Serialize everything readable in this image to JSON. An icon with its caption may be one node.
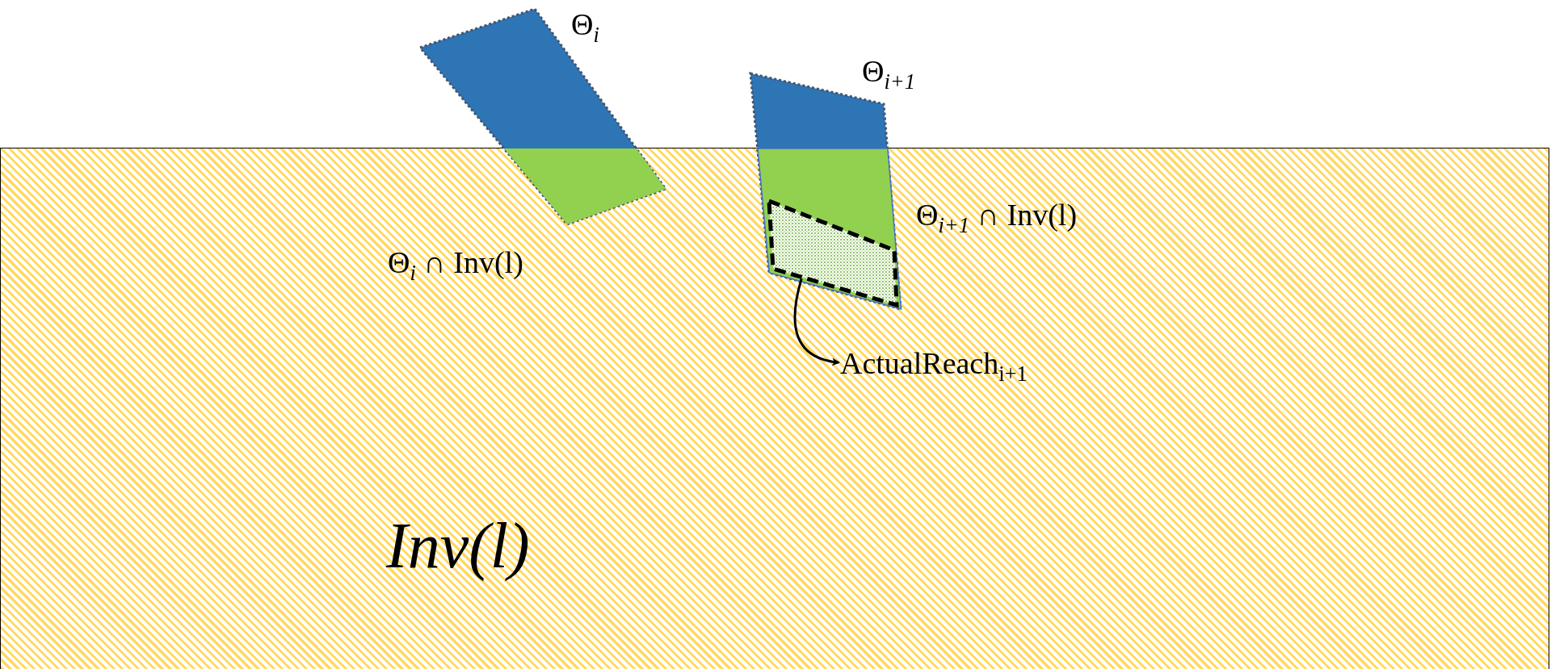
{
  "diagram": {
    "nodes": [
      {
        "text": [
          "Inv(l)"
        ]
      },
      {
        "text": [
          "Θ$_{i}$"
        ]
      },
      {
        "text": [],
        "shape": "box"
      },
      {
        "text": [
          "Θ$_{i+1}$"
        ]
      },
      {
        "text": [],
        "shape": "box"
      },
      {
        "text": [],
        "shape": "box",
        "in": 4
      },
      {
        "text": [
          "ActualReach$_{i+1}$"
        ],
        "in": 0
      }
    ],
    "labels": [
      "Θ$_{i}$ ∩ Inv(l)",
      "Θ$_{i+1}$ ∩ Inv(l)"
    ],
    "edges": [
      {
        "from": 5,
        "to": 6,
        "arrow": "to"
      }
    ]
  }
}
